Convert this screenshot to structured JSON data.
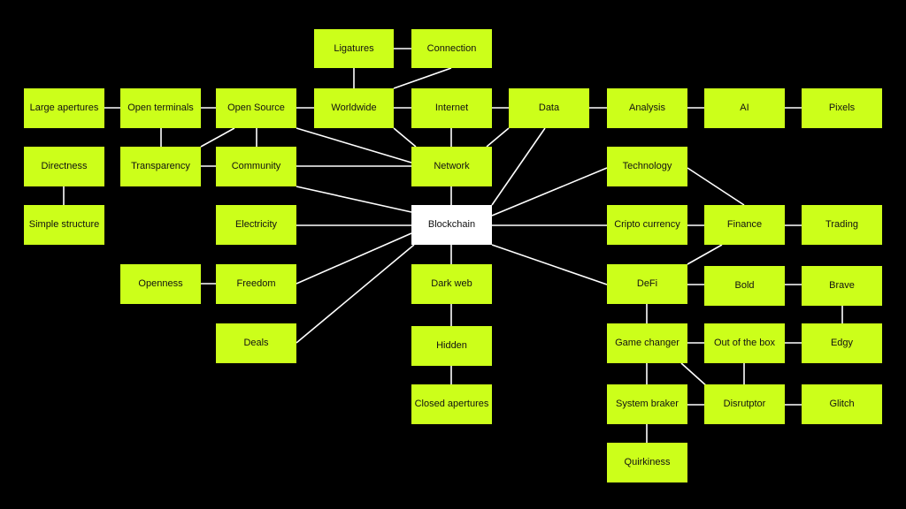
{
  "colors": {
    "background": "#000000",
    "node": "#ccff1a",
    "center": "#ffffff",
    "edge": "#ffffff",
    "text": "#111111"
  },
  "nodes": {
    "ligatures": "Ligatures",
    "connection": "Connection",
    "large_apertures": "Large apertures",
    "open_terminals": "Open terminals",
    "open_source": "Open Source",
    "worldwide": "Worldwide",
    "internet": "Internet",
    "data": "Data",
    "analysis": "Analysis",
    "ai": "AI",
    "pixels": "Pixels",
    "directness": "Directness",
    "transparency": "Transparency",
    "community": "Community",
    "network": "Network",
    "technology": "Technology",
    "simple_structure": "Simple structure",
    "electricity": "Electricity",
    "blockchain": "Blockchain",
    "cripto_currency": "Cripto currency",
    "finance": "Finance",
    "trading": "Trading",
    "openness": "Openness",
    "freedom": "Freedom",
    "dark_web": "Dark web",
    "defi": "DeFi",
    "bold": "Bold",
    "brave": "Brave",
    "deals": "Deals",
    "hidden": "Hidden",
    "game_changer": "Game changer",
    "out_of_the_box": "Out of the box",
    "edgy": "Edgy",
    "closed_apertures": "Closed apertures",
    "system_braker": "System braker",
    "disrutptor": "Disrutptor",
    "glitch": "Glitch",
    "quirkiness": "Quirkiness"
  }
}
